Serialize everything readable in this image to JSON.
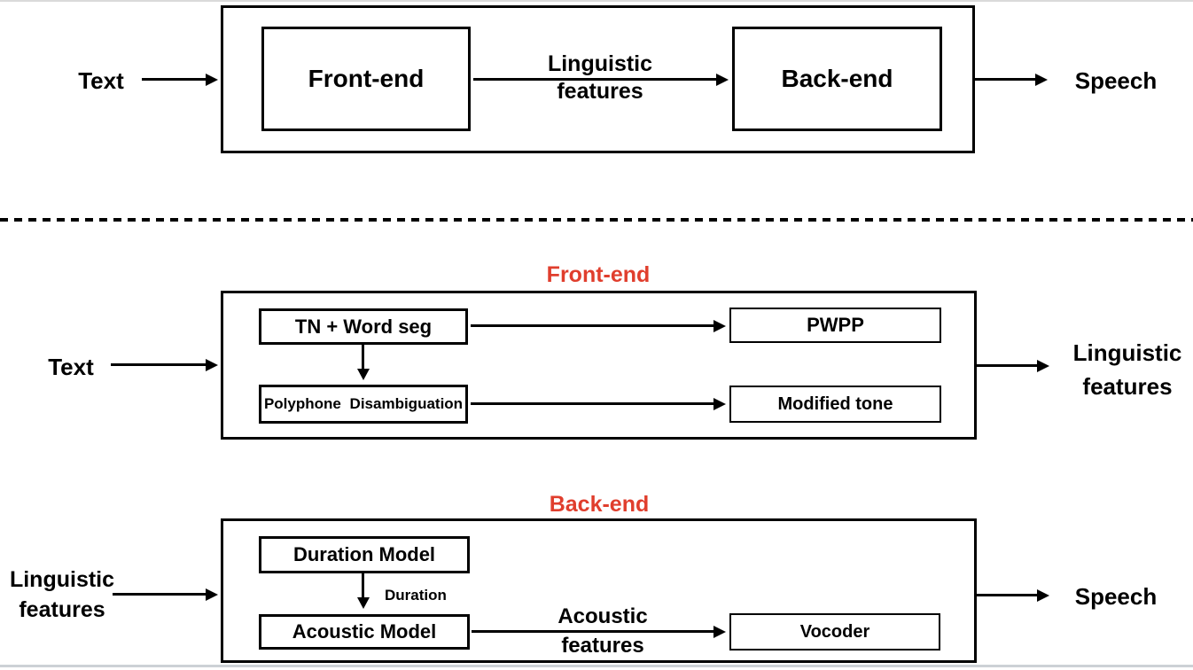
{
  "colors": {
    "section_title": "#e03e2d",
    "stroke": "#000000"
  },
  "overview": {
    "input_label": "Text",
    "frontend_label": "Front-end",
    "link_label": "Linguistic features",
    "backend_label": "Back-end",
    "output_label": "Speech"
  },
  "frontend_detail": {
    "title": "Front-end",
    "input_label": "Text",
    "tn_wordseg_label": "TN + Word seg",
    "pwpp_label": "PWPP",
    "polyphone_label": "Polyphone Disambiguation",
    "modified_tone_label": "Modified tone",
    "output_label": "Linguistic features"
  },
  "backend_detail": {
    "title": "Back-end",
    "input_label": "Linguistic features",
    "duration_model_label": "Duration Model",
    "duration_arrow_label": "Duration",
    "acoustic_model_label": "Acoustic Model",
    "acoustic_link_label": "Acoustic features",
    "vocoder_label": "Vocoder",
    "output_label": "Speech"
  }
}
